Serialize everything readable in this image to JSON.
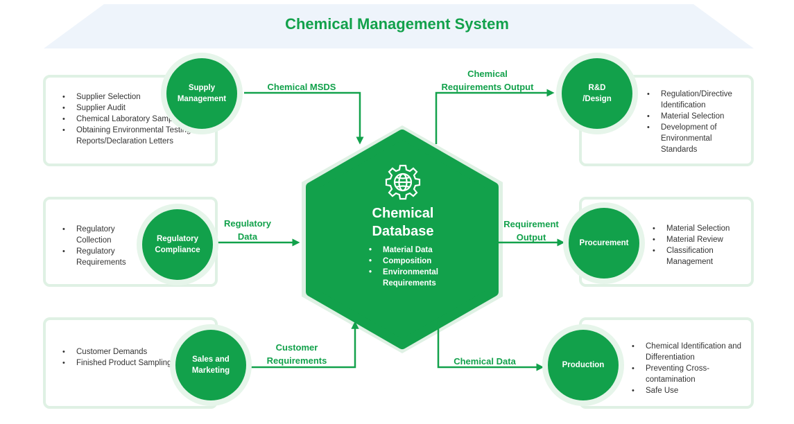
{
  "title": "Chemical Management System",
  "colors": {
    "accent": "#12a14b",
    "halo": "#e6f5ea",
    "box_border": "#dff1e4",
    "banner": "#eef4fb"
  },
  "hub": {
    "title": "Chemical\nDatabase",
    "items": [
      "Material Data",
      "Composition",
      "Environmental\nRequirements"
    ],
    "icon": "gear-globe-icon"
  },
  "nodes": {
    "supply": {
      "label": "Supply\nManagement",
      "items": [
        "Supplier Selection",
        "Supplier Audit",
        "Chemical Laboratory Sampling",
        "Obtaining Environmental Testing Reports/Declaration Letters"
      ]
    },
    "regulatory": {
      "label": "Regulatory\nCompliance",
      "items": [
        "Regulatory Collection",
        "Regulatory Requirements"
      ]
    },
    "sales": {
      "label": "Sales and\nMarketing",
      "items": [
        "Customer Demands",
        "Finished Product Sampling"
      ]
    },
    "rd": {
      "label": "R&D\n/Design",
      "items": [
        "Regulation/Directive Identification",
        "Material Selection",
        "Development of Environmental Standards"
      ]
    },
    "procurement": {
      "label": "Procurement",
      "items": [
        "Material Selection",
        "Material Review",
        "Classification Management"
      ]
    },
    "production": {
      "label": "Production",
      "items": [
        "Chemical Identification and Differentiation",
        "Preventing Cross-contamination",
        "Safe Use"
      ]
    }
  },
  "flows": {
    "msds": "Chemical MSDS",
    "regulatory_data": "Regulatory\nData",
    "customer_requirements": "Customer\nRequirements",
    "chem_req_output": "Chemical\nRequirements Output",
    "requirement_output": "Requirement\nOutput",
    "chemical_data": "Chemical Data"
  }
}
